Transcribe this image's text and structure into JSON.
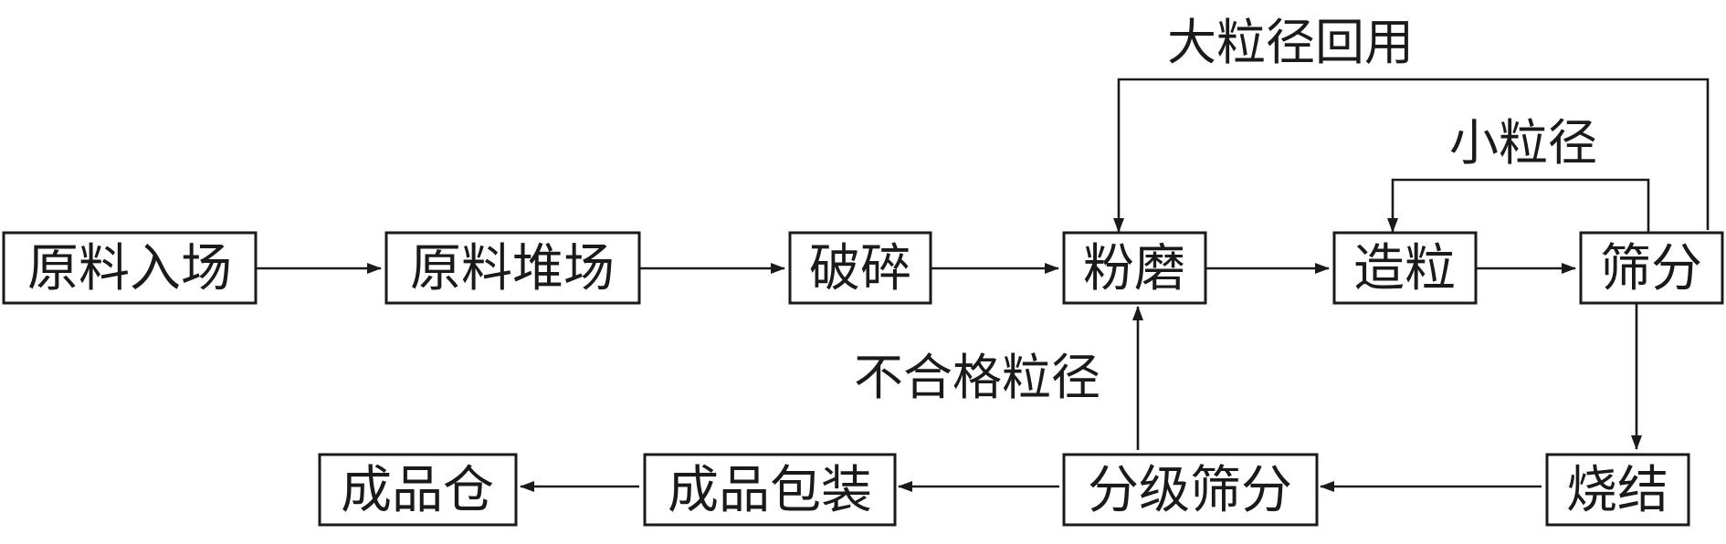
{
  "nodes": {
    "raw_in": "原料入场",
    "raw_yard": "原料堆场",
    "crush": "破碎",
    "grind": "粉磨",
    "granulate": "造粒",
    "screen": "筛分",
    "sinter": "烧结",
    "grade_screen": "分级筛分",
    "pack": "成品包装",
    "warehouse": "成品仓"
  },
  "labels": {
    "large_return": "大粒径回用",
    "small": "小粒径",
    "unqualified": "不合格粒径"
  },
  "colors": {
    "ink": "#1a1a1a",
    "background": "#ffffff"
  }
}
